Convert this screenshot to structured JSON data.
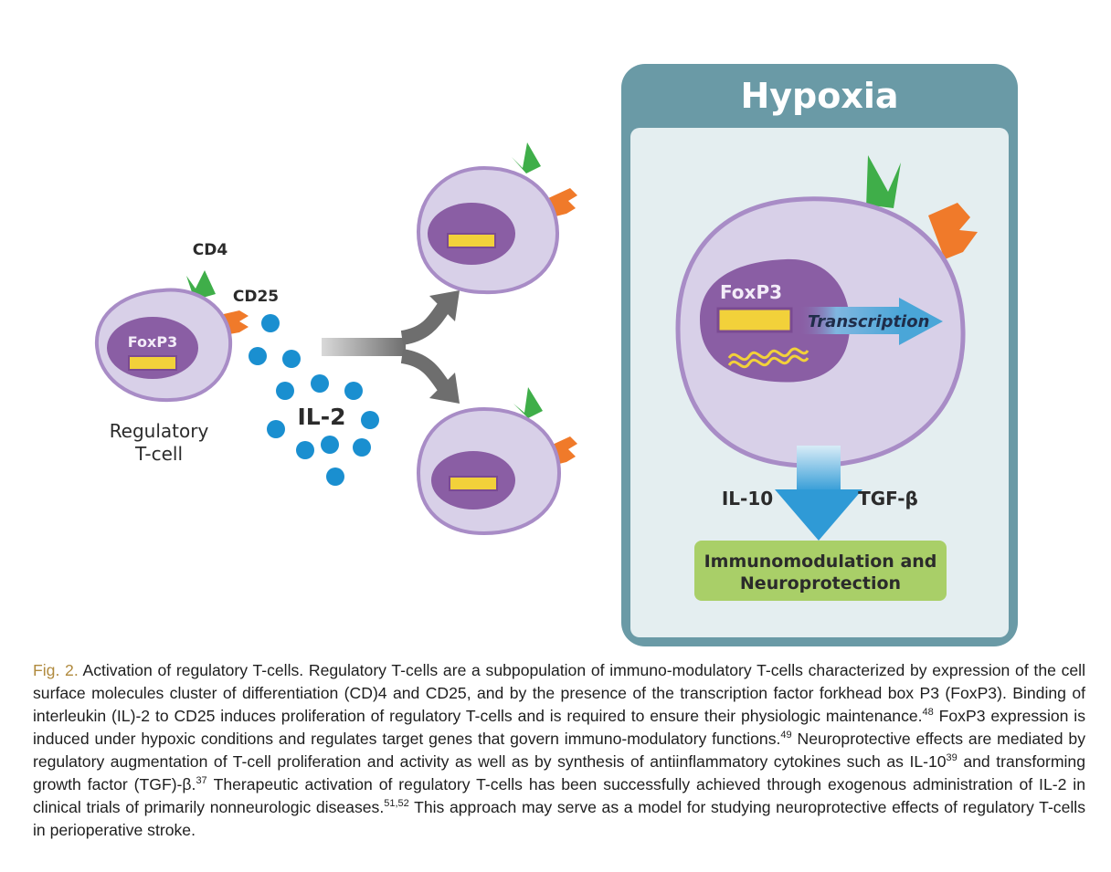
{
  "diagram": {
    "left_cell_label": "FoxP3",
    "cd4_label": "CD4",
    "cd25_label": "CD25",
    "il2_label": "IL-2",
    "regulatory_label_line1": "Regulatory",
    "regulatory_label_line2": "T-cell",
    "hypoxia_title": "Hypoxia",
    "hypoxia_foxp3_label": "FoxP3",
    "transcription_label": "Transcription",
    "il10_label": "IL-10",
    "tgf_label": "TGF-β",
    "outcome_line1": "Immunomodulation and",
    "outcome_line2": "Neuroprotection",
    "colors": {
      "hypoxia_frame": "#6a9aa6",
      "hypoxia_panel": "#e4eef0",
      "cell_fill": "#d8d0e8",
      "cell_border": "#a88cc6",
      "nucleus": "#8a5ea4",
      "gene_box": "#f2d13a",
      "cd4_receptor": "#3fae49",
      "cd25_receptor": "#f07a2a",
      "il2_dot": "#1a8fd0",
      "outcome_box": "#a9cf68",
      "arrow_blue": "#4aa6d8"
    }
  },
  "caption": {
    "fig_label": "Fig. 2.",
    "text_1": " Activation of regulatory T-cells. Regulatory T-cells are a subpopulation of immuno-modulatory T-cells characterized by expression of the cell surface molecules cluster of differentiation (CD)4 and CD25, and by the presence of the transcription factor forkhead box P3 (FoxP3). Binding of interleukin (IL)-2 to CD25 induces proliferation of regulatory T-cells and is required to ensure their physiologic maintenance.",
    "ref_1": "48",
    "text_2": " FoxP3 expression is induced under hypoxic conditions and regulates target genes that govern immuno-modulatory functions.",
    "ref_2": "49",
    "text_3": " Neuroprotective effects are mediated by regulatory augmentation of T-cell proliferation and activity as well as by synthesis of antiinflammatory cytokines such as IL-10",
    "ref_3": "39",
    "text_4": " and transforming growth factor (TGF)-β.",
    "ref_4": "37",
    "text_5": " Therapeutic activation of regulatory T-cells has been successfully achieved through exogenous administration of IL-2 in clinical trials of primarily nonneurologic diseases.",
    "ref_5": "51,52",
    "text_6": " This approach may serve as a model for studying neuroprotective effects of regulatory T-cells in perioperative stroke."
  }
}
